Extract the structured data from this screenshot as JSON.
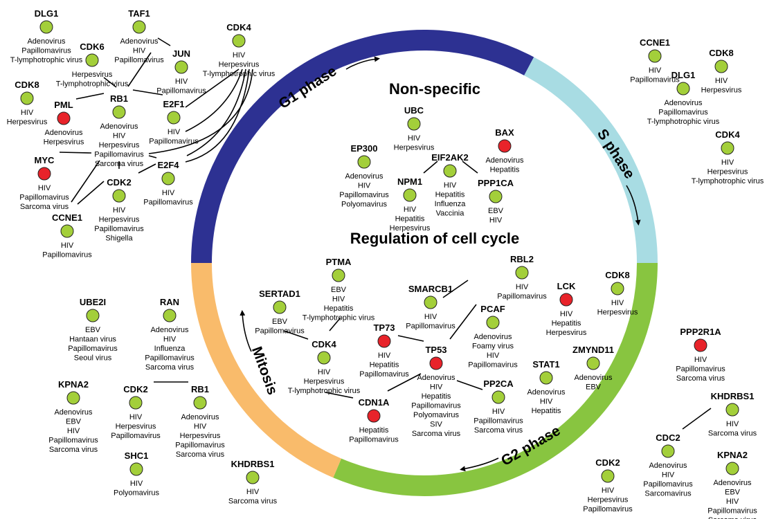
{
  "colors": {
    "g1": "#2d3192",
    "s": "#a8dce3",
    "g2": "#88c540",
    "mitosis": "#f9bb6b",
    "node_normal": "#a3cf3a",
    "node_highlight": "#e8232a",
    "node_stroke": "#222222"
  },
  "titles": {
    "non_specific": "Non-specific",
    "regulation": "Regulation of cell cycle"
  },
  "phases": {
    "g1": "G1 phase",
    "s": "S phase",
    "g2": "G2 phase",
    "mitosis": "Mitosis"
  },
  "genes": {
    "dlg1_tl": {
      "name": "DLG1",
      "color": "normal",
      "viruses": [
        "Adenovirus",
        "Papillomavirus",
        "T-lymphotrophic virus"
      ]
    },
    "taf1": {
      "name": "TAF1",
      "color": "normal",
      "viruses": [
        "Adenovirus",
        "HIV",
        "Papillomavirus"
      ]
    },
    "cdk4_top": {
      "name": "CDK4",
      "color": "normal",
      "viruses": [
        "HIV",
        "Herpesvirus",
        "T-lymphotrophic virus"
      ]
    },
    "cdk6": {
      "name": "CDK6",
      "color": "normal",
      "viruses": [
        "Herpesvirus",
        "T-lymphotrophic virus"
      ]
    },
    "jun": {
      "name": "JUN",
      "color": "normal",
      "viruses": [
        "HIV",
        "Papillomavirus"
      ]
    },
    "cdk8_tl": {
      "name": "CDK8",
      "color": "normal",
      "viruses": [
        "HIV",
        "Herpesvirus"
      ]
    },
    "pml": {
      "name": "PML",
      "color": "highlight",
      "viruses": [
        "Adenovirus",
        "Herpesvirus"
      ]
    },
    "rb1_tl": {
      "name": "RB1",
      "color": "normal",
      "viruses": [
        "Adenovirus",
        "HIV",
        "Herpesvirus",
        "Papillomavirus",
        "Sarcoma virus"
      ]
    },
    "e2f1": {
      "name": "E2F1",
      "color": "normal",
      "viruses": [
        "HIV",
        "Papillomavirus"
      ]
    },
    "myc": {
      "name": "MYC",
      "color": "highlight",
      "viruses": [
        "HIV",
        "Papillomavirus",
        "Sarcoma virus"
      ]
    },
    "cdk2_tl": {
      "name": "CDK2",
      "color": "normal",
      "viruses": [
        "HIV",
        "Herpesvirus",
        "Papillomavirus",
        "Shigella"
      ]
    },
    "e2f4": {
      "name": "E2F4",
      "color": "normal",
      "viruses": [
        "HIV",
        "Papillomavirus"
      ]
    },
    "ccne1_tl": {
      "name": "CCNE1",
      "color": "normal",
      "viruses": [
        "HIV",
        "Papillomavirus"
      ]
    },
    "ubc": {
      "name": "UBC",
      "color": "normal",
      "viruses": [
        "HIV",
        "Herpesvirus"
      ]
    },
    "bax": {
      "name": "BAX",
      "color": "highlight",
      "viruses": [
        "Adenovirus",
        "Hepatitis"
      ]
    },
    "ep300": {
      "name": "EP300",
      "color": "normal",
      "viruses": [
        "Adenovirus",
        "HIV",
        "Papillomavirus",
        "Polyomavirus"
      ]
    },
    "eif2ak2": {
      "name": "EIF2AK2",
      "color": "normal",
      "viruses": [
        "HIV",
        "Hepatitis",
        "Influenza",
        "Vaccinia"
      ]
    },
    "npm1": {
      "name": "NPM1",
      "color": "normal",
      "viruses": [
        "HIV",
        "Hepatitis",
        "Herpesvirus"
      ]
    },
    "ppp1ca": {
      "name": "PPP1CA",
      "color": "normal",
      "viruses": [
        "EBV",
        "HIV"
      ]
    },
    "ccne1_tr": {
      "name": "CCNE1",
      "color": "normal",
      "viruses": [
        "HIV",
        "Papillomavirus"
      ]
    },
    "cdk8_tr": {
      "name": "CDK8",
      "color": "normal",
      "viruses": [
        "HIV",
        "Herpesvirus"
      ]
    },
    "dlg1_tr": {
      "name": "DLG1",
      "color": "normal",
      "viruses": [
        "Adenovirus",
        "Papillomavirus",
        "T-lymphotrophic virus"
      ]
    },
    "cdk4_tr": {
      "name": "CDK4",
      "color": "normal",
      "viruses": [
        "HIV",
        "Herpesvirus",
        "T-lymphotrophic virus"
      ]
    },
    "ptma": {
      "name": "PTMA",
      "color": "normal",
      "viruses": [
        "EBV",
        "HIV",
        "Hepatitis",
        "T-lymphotrophic virus"
      ]
    },
    "sertad1": {
      "name": "SERTAD1",
      "color": "normal",
      "viruses": [
        "EBV",
        "Papillomavirus"
      ]
    },
    "rbl2": {
      "name": "RBL2",
      "color": "normal",
      "viruses": [
        "HIV",
        "Papillomavirus"
      ]
    },
    "smarcb1": {
      "name": "SMARCB1",
      "color": "normal",
      "viruses": [
        "HIV",
        "Papillomavirus"
      ]
    },
    "pcaf": {
      "name": "PCAF",
      "color": "normal",
      "viruses": [
        "Adenovirus",
        "Foamy virus",
        "HIV",
        "Papillomavirus"
      ]
    },
    "lck": {
      "name": "LCK",
      "color": "highlight",
      "viruses": [
        "HIV",
        "Hepatitis",
        "Herpesvirus"
      ]
    },
    "cdk8_r": {
      "name": "CDK8",
      "color": "normal",
      "viruses": [
        "HIV",
        "Herpesvirus"
      ]
    },
    "tp73": {
      "name": "TP73",
      "color": "highlight",
      "viruses": [
        "HIV",
        "Hepatitis",
        "Papillomavirus"
      ]
    },
    "tp53": {
      "name": "TP53",
      "color": "highlight",
      "viruses": [
        "Adenovirus",
        "HIV",
        "Hepatitis",
        "Papillomavirus",
        "Polyomavirus",
        "SIV",
        "Sarcoma virus"
      ]
    },
    "cdk4_in": {
      "name": "CDK4",
      "color": "normal",
      "viruses": [
        "HIV",
        "Herpesvirus",
        "T-lymphotrophic virus"
      ]
    },
    "stat1": {
      "name": "STAT1",
      "color": "normal",
      "viruses": [
        "Adenovirus",
        "HIV",
        "Hepatitis"
      ]
    },
    "zmynd11": {
      "name": "ZMYND11",
      "color": "normal",
      "viruses": [
        "Adenovirus",
        "EBV"
      ]
    },
    "pp2ca": {
      "name": "PP2CA",
      "color": "normal",
      "viruses": [
        "HIV",
        "Papillomavirus",
        "Sarcoma virus"
      ]
    },
    "cdn1a": {
      "name": "CDN1A",
      "color": "highlight",
      "viruses": [
        "Hepatitis",
        "Papillomavirus"
      ]
    },
    "ppp2r1a": {
      "name": "PPP2R1A",
      "color": "highlight",
      "viruses": [
        "HIV",
        "Papillomavirus",
        "Sarcoma virus"
      ]
    },
    "ube2i": {
      "name": "UBE2I",
      "color": "normal",
      "viruses": [
        "EBV",
        "Hantaan virus",
        "Papillomavirus",
        "Seoul virus"
      ]
    },
    "ran": {
      "name": "RAN",
      "color": "normal",
      "viruses": [
        "Adenovirus",
        "HIV",
        "Influenza",
        "Papillomavirus",
        "Sarcoma virus"
      ]
    },
    "kpna2_l": {
      "name": "KPNA2",
      "color": "normal",
      "viruses": [
        "Adenovirus",
        "EBV",
        "HIV",
        "Papillomavirus",
        "Sarcoma virus"
      ]
    },
    "cdk2_bl": {
      "name": "CDK2",
      "color": "normal",
      "viruses": [
        "HIV",
        "Herpesvirus",
        "Papillomavirus"
      ]
    },
    "rb1_bl": {
      "name": "RB1",
      "color": "normal",
      "viruses": [
        "Adenovirus",
        "HIV",
        "Herpesvirus",
        "Papillomavirus",
        "Sarcoma virus"
      ]
    },
    "shc1": {
      "name": "SHC1",
      "color": "normal",
      "viruses": [
        "HIV",
        "Polyomavirus"
      ]
    },
    "khdrbs1_b": {
      "name": "KHDRBS1",
      "color": "normal",
      "viruses": [
        "HIV",
        "Sarcoma virus"
      ]
    },
    "khdrbs1_br": {
      "name": "KHDRBS1",
      "color": "normal",
      "viruses": [
        "HIV",
        "Sarcoma virus"
      ]
    },
    "cdc2": {
      "name": "CDC2",
      "color": "normal",
      "viruses": [
        "Adenovirus",
        "HIV",
        "Papillomavirus",
        "Sarcomavirus"
      ]
    },
    "kpna2_br": {
      "name": "KPNA2",
      "color": "normal",
      "viruses": [
        "Adenovirus",
        "EBV",
        "HIV",
        "Papillomavirus",
        "Sarcoma virus"
      ]
    },
    "cdk2_b": {
      "name": "CDK2",
      "color": "normal",
      "viruses": [
        "HIV",
        "Herpesvirus",
        "Papillomavirus"
      ]
    }
  }
}
